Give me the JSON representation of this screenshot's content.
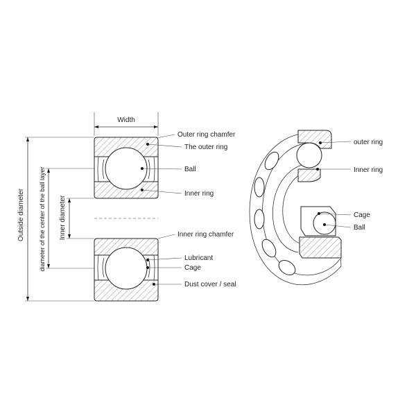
{
  "cross_section": {
    "width_label": "Width",
    "outside_diameter_label": "Outside diameter",
    "ball_layer_diameter_label": "diameter of the center of the ball layer",
    "inner_diameter_label": "Inner diameter",
    "callouts": {
      "outer_ring_chamfer": "Outer ring chamfer",
      "outer_ring": "The outer ring",
      "ball": "Ball",
      "inner_ring": "Inner ring",
      "inner_ring_chamfer": "Inner ring chamfer",
      "lubricant": "Lubricant",
      "cage": "Cage",
      "dust_cover_seal": "Dust cover / seal"
    }
  },
  "perspective_view": {
    "callouts": {
      "outer_ring": "outer ring",
      "inner_ring": "Inner ring",
      "cage": "Cage",
      "ball": "Ball"
    }
  }
}
